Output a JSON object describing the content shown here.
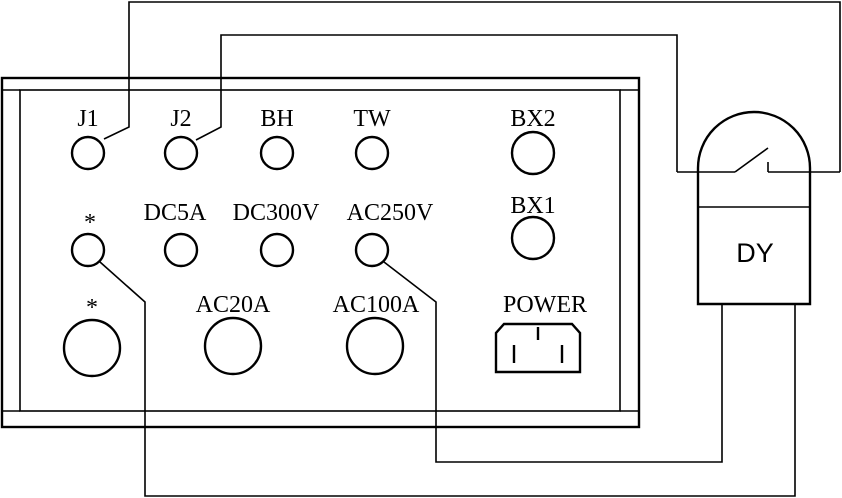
{
  "panel": {
    "row1": [
      "J1",
      "J2",
      "BH",
      "TW"
    ],
    "row2_marker": "*",
    "row2": [
      "DC5A",
      "DC300V",
      "AC250V"
    ],
    "row3_marker": "*",
    "row3": [
      "AC20A",
      "AC100A"
    ],
    "fuses": [
      "BX2",
      "BX1"
    ],
    "power_label": "POWER"
  },
  "device": {
    "label": "DY"
  }
}
